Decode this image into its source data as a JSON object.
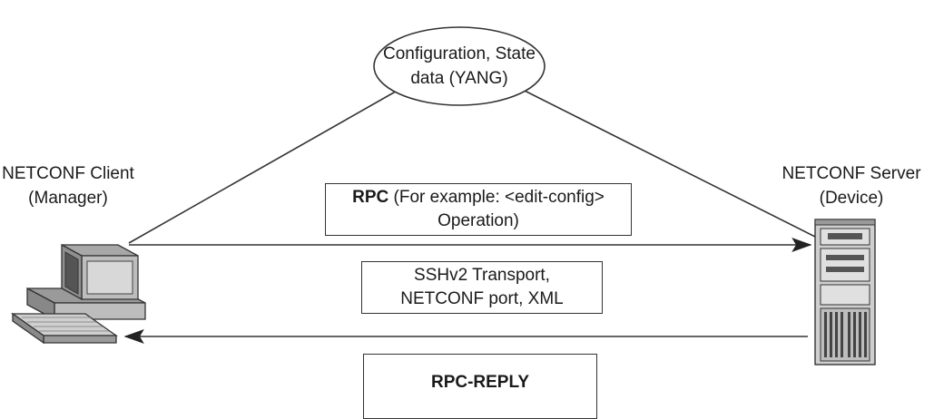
{
  "data_node": {
    "line1": "Configuration, State",
    "line2": "data (YANG)"
  },
  "client": {
    "line1": "NETCONF Client",
    "line2": "(Manager)"
  },
  "server": {
    "line1": "NETCONF Server",
    "line2": "(Device)"
  },
  "rpc_box": {
    "bold": "RPC",
    "rest1": " (For example: <edit-config>",
    "line2": "Operation)"
  },
  "transport_box": {
    "line1": "SSHv2 Transport,",
    "line2": "NETCONF port, XML"
  },
  "reply_box": {
    "label": "RPC-REPLY"
  },
  "colors": {
    "line": "#333333",
    "device_body": "#c8c8c8",
    "device_dark": "#555555"
  }
}
